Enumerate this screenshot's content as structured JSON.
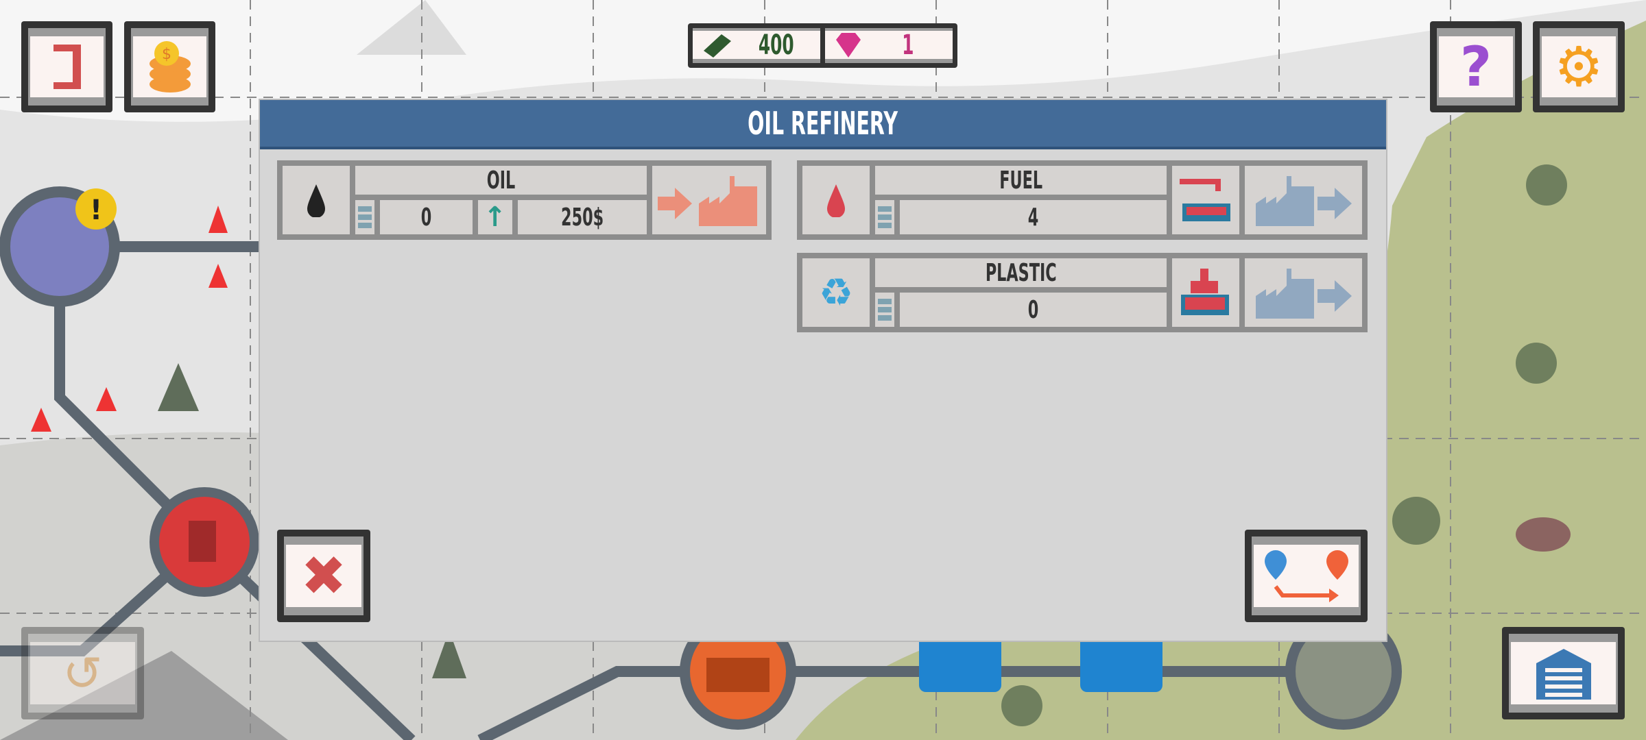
{
  "hud": {
    "money": "400",
    "gems": "1"
  },
  "dialog": {
    "title": "OIL REFINERY",
    "input": {
      "name": "OIL",
      "stock": "0",
      "upgrade_price": "250$"
    },
    "outputs": [
      {
        "name": "FUEL",
        "stock": "4"
      },
      {
        "name": "PLASTIC",
        "stock": "0"
      }
    ]
  },
  "icons": [
    "exit-icon",
    "coins-icon",
    "cash-icon",
    "gem-icon",
    "help-icon",
    "gear-icon",
    "oil-drop-icon",
    "fuel-drop-icon",
    "recycle-icon",
    "close-icon",
    "route-icon",
    "undo-icon",
    "garage-icon"
  ],
  "colors": {
    "header": "#436b98",
    "panel": "#d6d6d6",
    "accent_red": "#d9534f",
    "map_green": "#b9c08e"
  }
}
